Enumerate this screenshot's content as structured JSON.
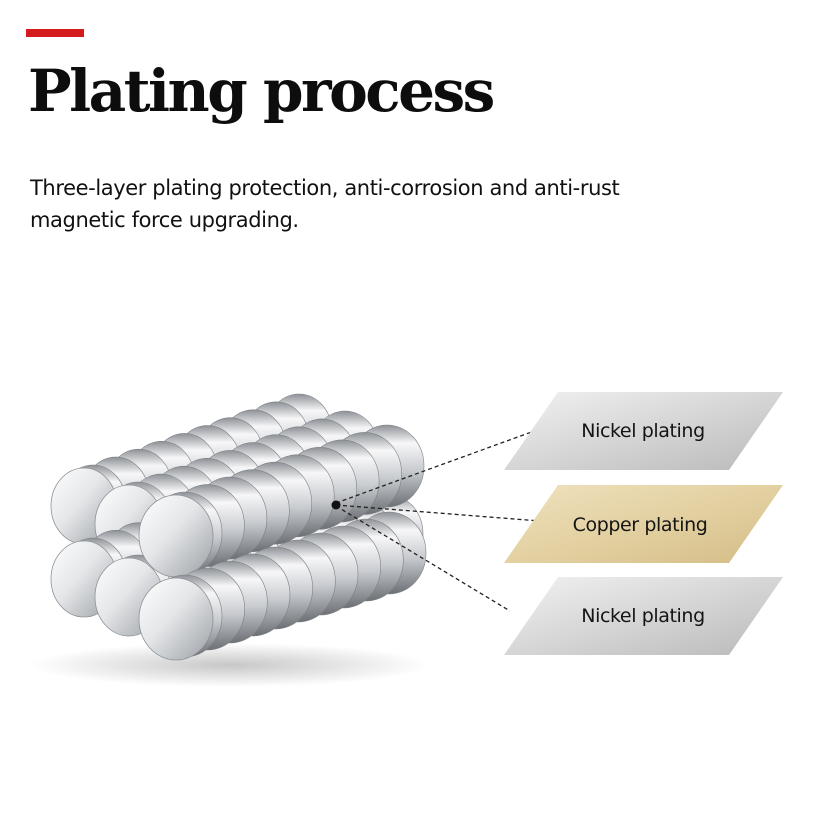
{
  "header": {
    "title": "Plating process",
    "accent_color": "#d41c1c"
  },
  "description": {
    "line1": "Three-layer plating protection, anti-corrosion and anti-rust",
    "line2": "magnetic force upgrading."
  },
  "layers": [
    {
      "label": "Nickel plating",
      "color": "#c8c8c8"
    },
    {
      "label": "Copper plating",
      "color": "#e2d0a4"
    },
    {
      "label": "Nickel plating",
      "color": "#c8c8c8"
    }
  ],
  "product_image": {
    "icon": "stacked-disc-magnets-icon"
  }
}
